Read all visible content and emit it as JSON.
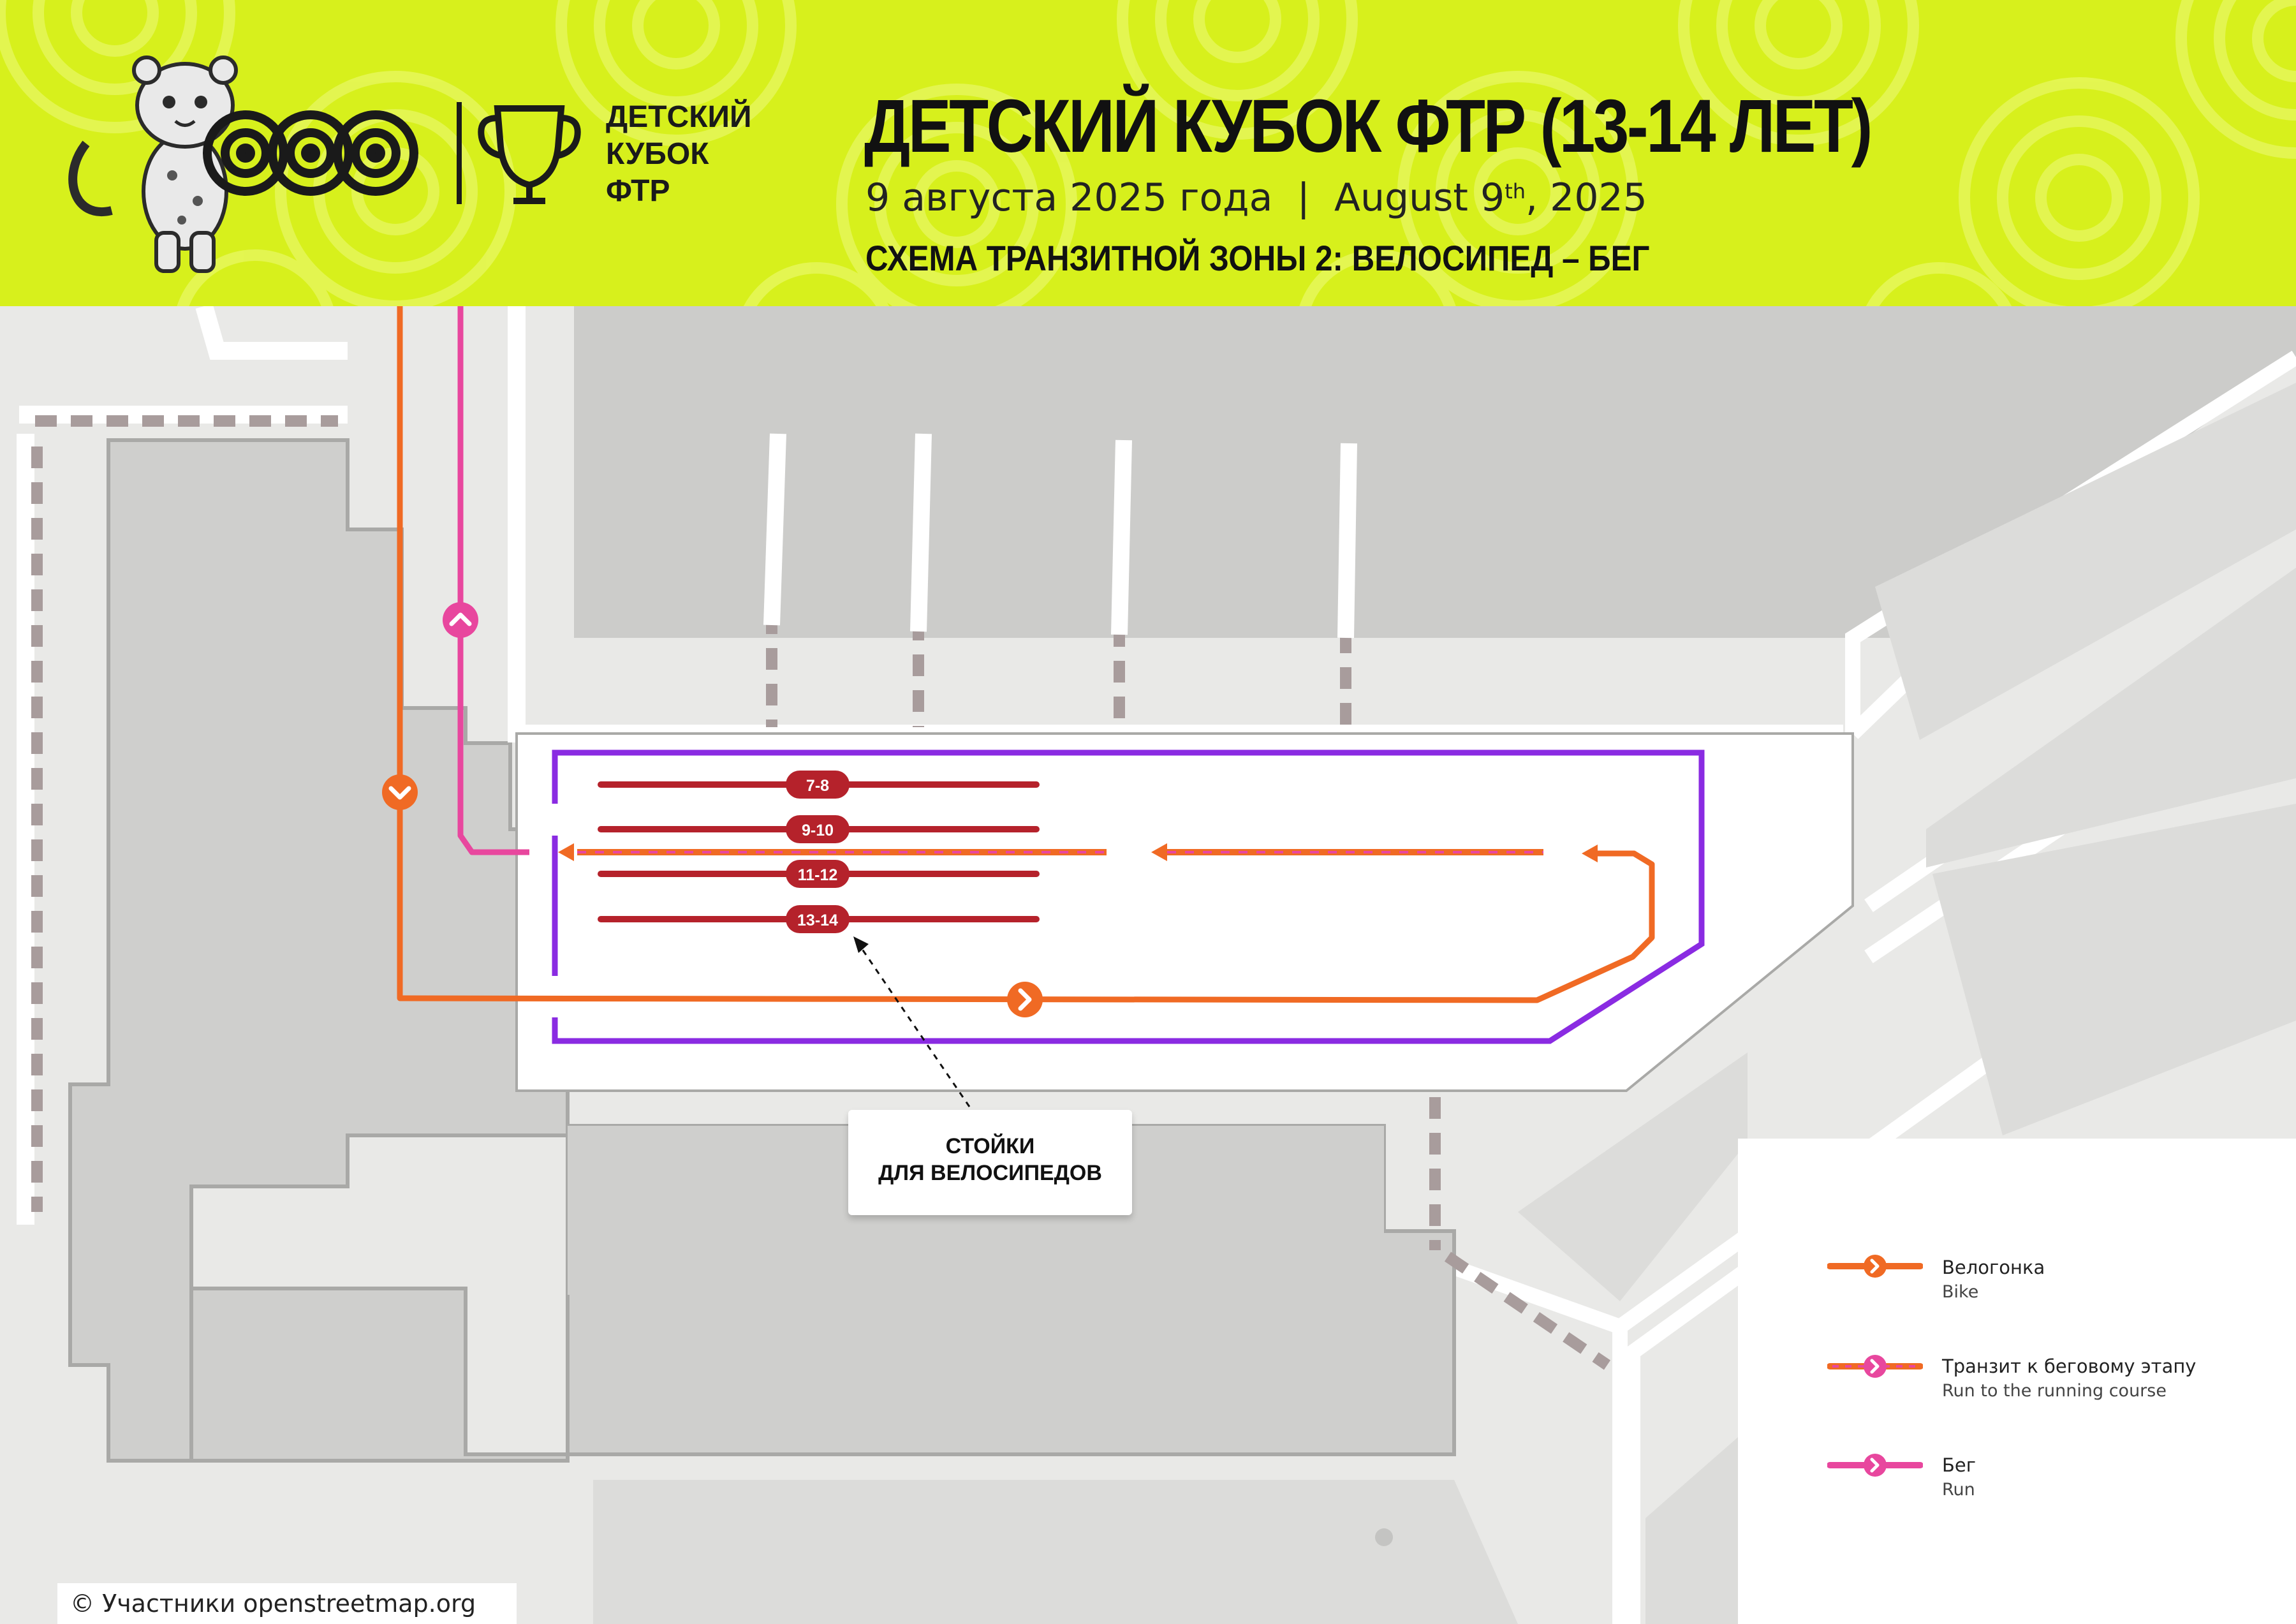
{
  "header": {
    "title": "ДЕТСКИЙ КУБОК ФТР (13-14 ЛЕТ)",
    "date_ru": "9 августа 2025 года",
    "separator": "|",
    "date_en_prefix": "August 9",
    "date_en_sup": "th",
    "date_en_suffix": ", 2025",
    "subtitle": "СХЕМА ТРАНЗИТНОЙ ЗОНЫ 2: ВЕЛОСИПЕД – БЕГ"
  },
  "logo": {
    "line1": "ДЕТСКИЙ",
    "line2": "КУБОК",
    "line3": "ФТР",
    "mascot_icon": "snow-leopard-mascot-icon",
    "trophy_icon": "trophy-icon"
  },
  "bike_racks": [
    "7-8",
    "9-10",
    "11-12",
    "13-14"
  ],
  "callout": {
    "line1": "СТОЙКИ",
    "line2": "ДЛЯ ВЕЛОСИПЕДОВ"
  },
  "legend": {
    "items": [
      {
        "ru": "Велогонка",
        "en": "Bike",
        "color": "#f06a24",
        "style": "solid"
      },
      {
        "ru": "Транзит к беговому этапу",
        "en": "Run to the running course",
        "color": "#f06a24",
        "dash_color": "#e8479e",
        "style": "dashed"
      },
      {
        "ru": "Бег",
        "en": "Run",
        "color": "#e8479e",
        "style": "solid"
      }
    ]
  },
  "colors": {
    "header_bg": "#d7f01c",
    "bike": "#f06a24",
    "run": "#e8479e",
    "zone_border": "#8a2be2",
    "rack": "#b5222b"
  },
  "credit": "© Участники openstreetmap.org"
}
